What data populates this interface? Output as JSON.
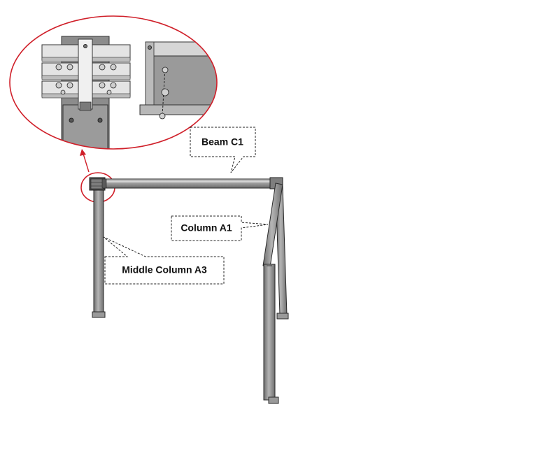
{
  "labels": {
    "beam": "Beam C1",
    "column": "Column A1",
    "middle_column": "Middle Column A3"
  },
  "colors": {
    "steel": "#8f8f8f",
    "steel_dark": "#5a5a5a",
    "steel_light": "#d8d8d8",
    "outline": "#2a2a2a",
    "highlight": "#d0202a",
    "callout_border": "#222222"
  }
}
